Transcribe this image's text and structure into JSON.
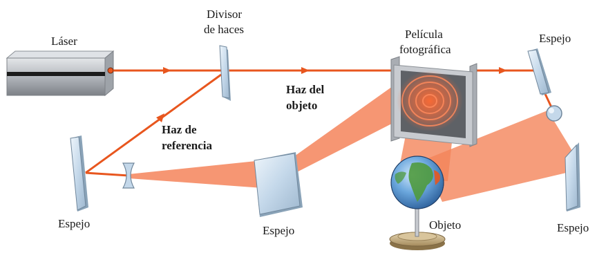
{
  "labels": {
    "laser": "Láser",
    "splitter_line1": "Divisor",
    "splitter_line2": "de haces",
    "film_line1": "Película",
    "film_line2": "fotográfica",
    "mirror_top_right": "Espejo",
    "object_beam_line1": "Haz del",
    "object_beam_line2": "objeto",
    "reference_beam_line1": "Haz de",
    "reference_beam_line2": "referencia",
    "mirror_left": "Espejo",
    "mirror_middle": "Espejo",
    "object": "Objeto",
    "mirror_right": "Espejo"
  },
  "colors": {
    "beam": "#e8561e",
    "beam_fan": "#f4845a",
    "mirror_face": "#c9dcec",
    "mirror_edge": "#7f95aa",
    "laser_body": "#a9adb3",
    "film_frame": "#c8cbd0",
    "film_plate": "#5e6166",
    "globe_ocean": "#4c8fce",
    "globe_land": "#4f9a3e",
    "stand": "#b8a27a"
  }
}
